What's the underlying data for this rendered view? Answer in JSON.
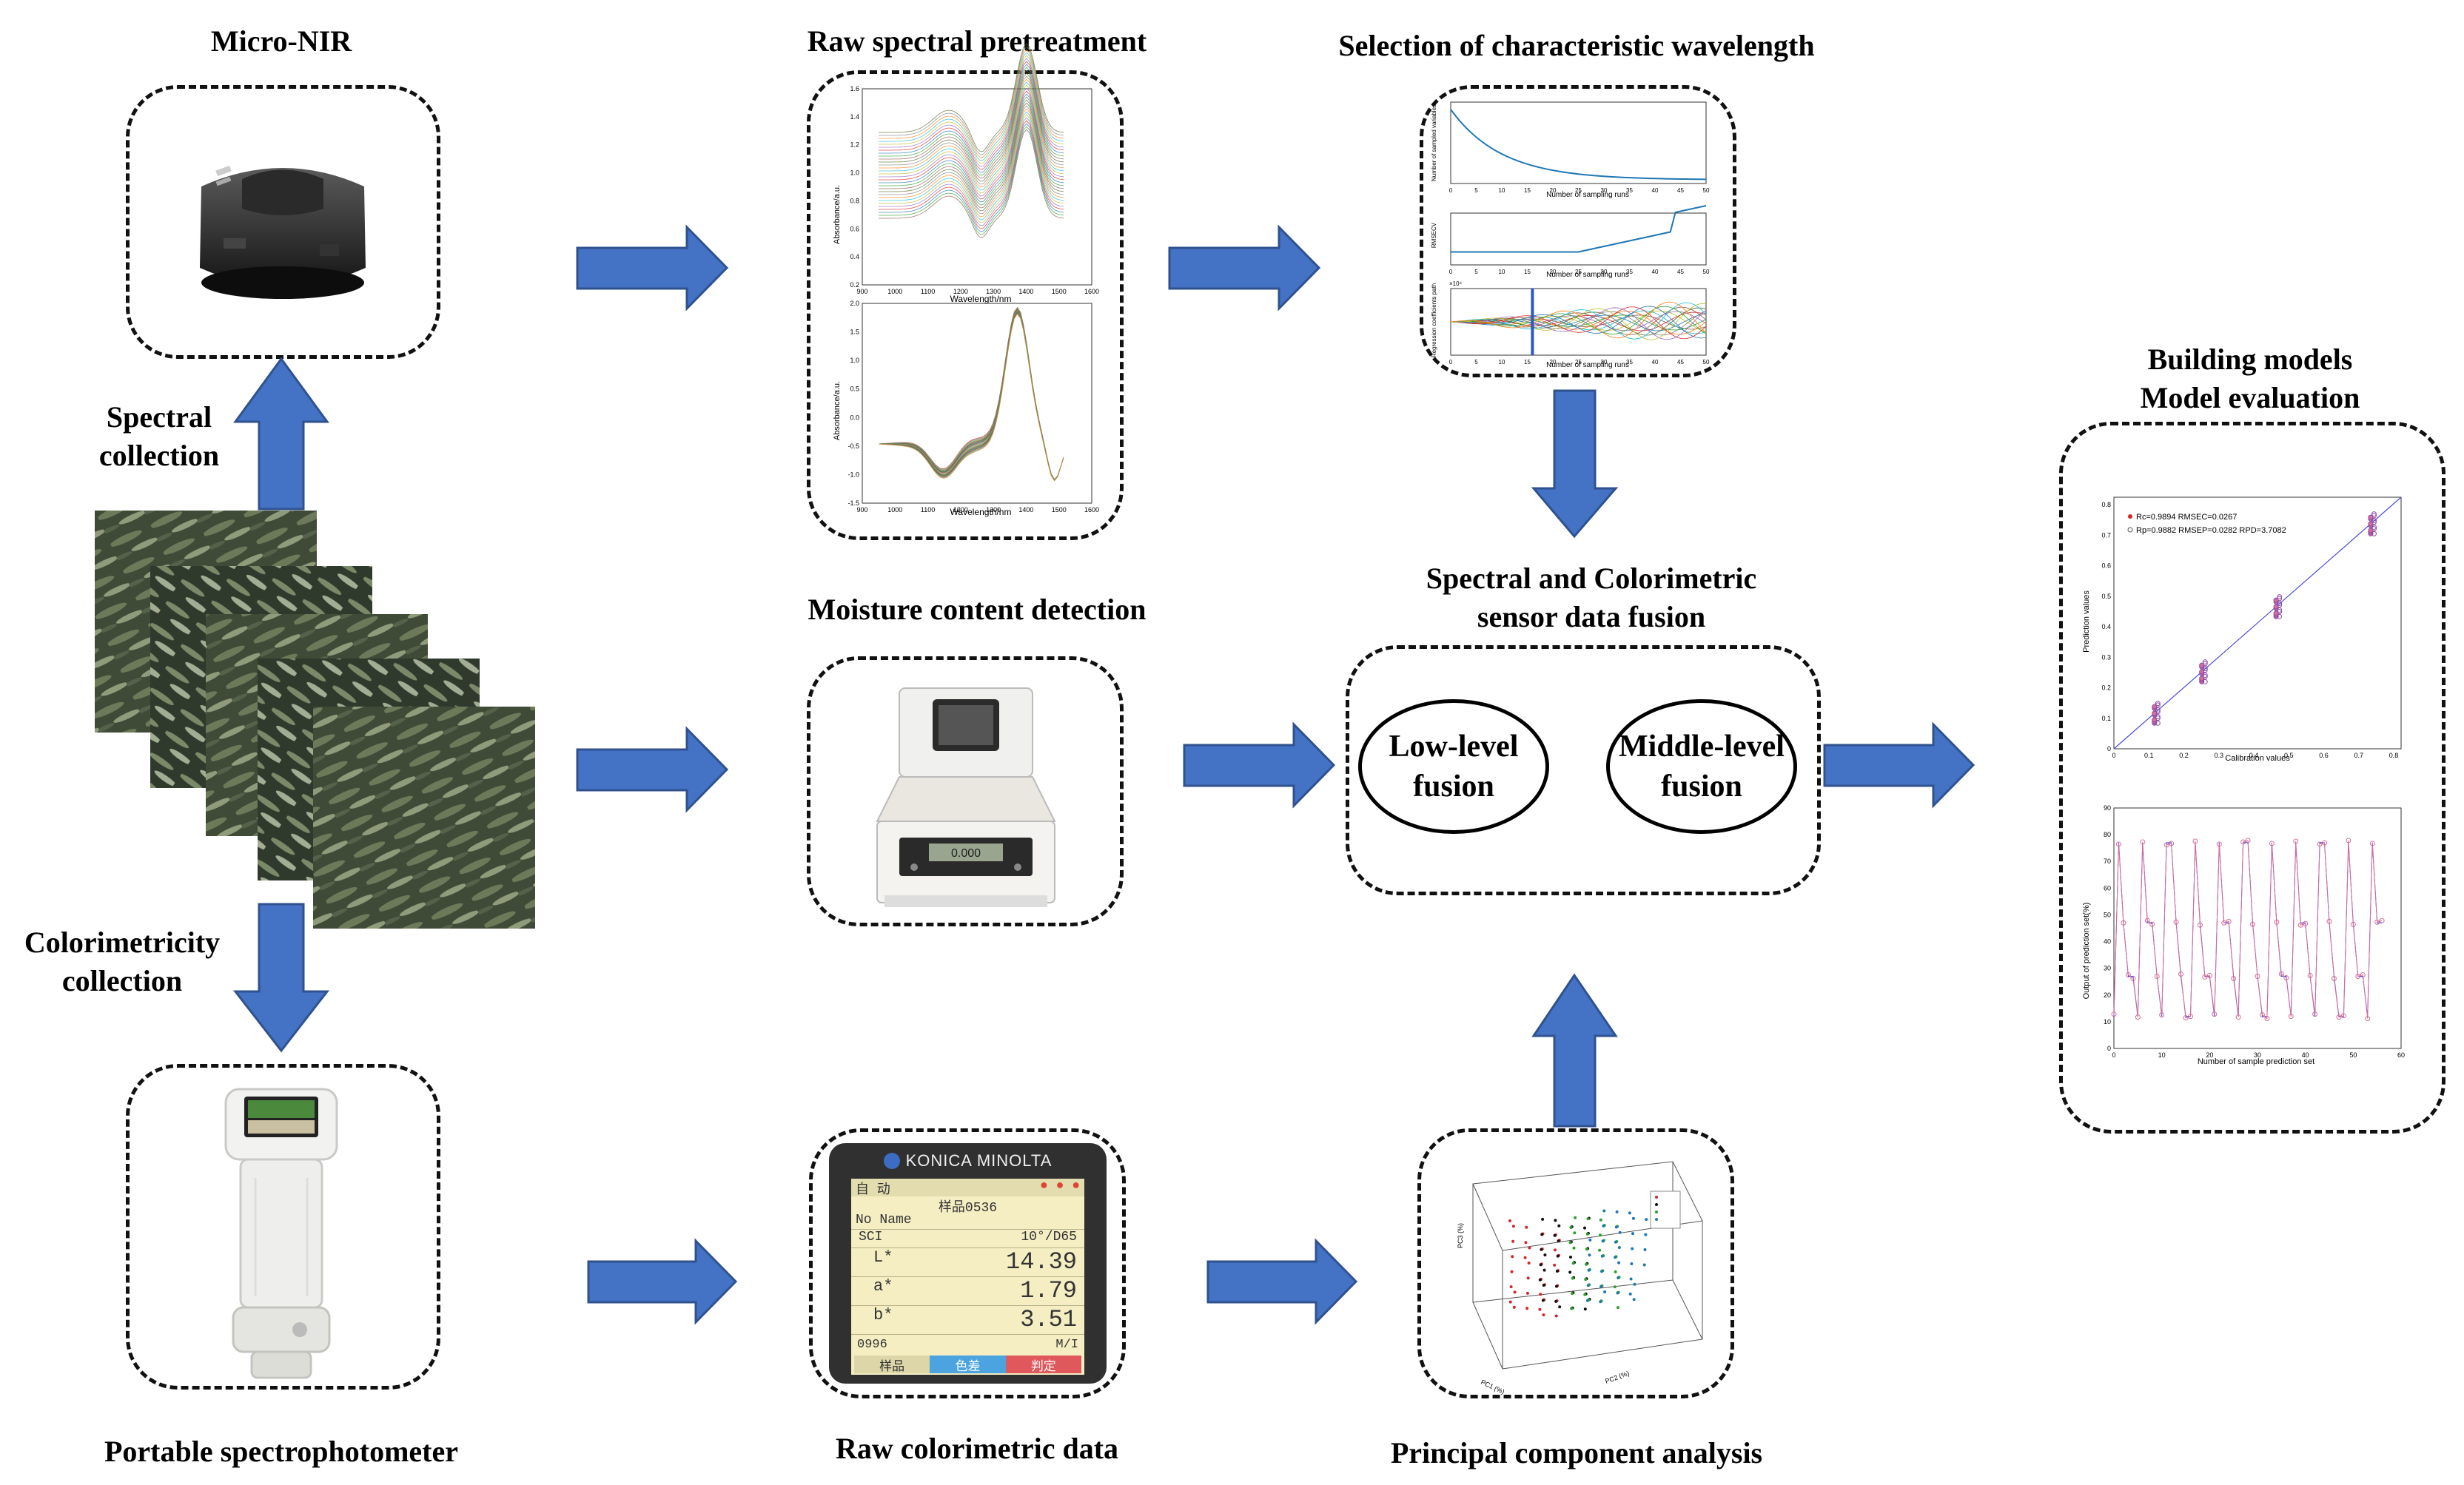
{
  "labels": {
    "micro_nir": "Micro-NIR",
    "raw_pretreatment": "Raw spectral pretreatment",
    "selection_wavelength": "Selection of characteristic wavelength",
    "building_models": "Building models",
    "model_evaluation": "Model evaluation",
    "spectral_collection_1": "Spectral",
    "spectral_collection_2": "collection",
    "moisture_detection": "Moisture content detection",
    "fusion_title_1": "Spectral and Colorimetric",
    "fusion_title_2": "sensor data fusion",
    "colorimetricity_1": "Colorimetricity",
    "colorimetricity_2": "collection",
    "portable_spectro": "Portable spectrophotometer",
    "raw_colorimetric": "Raw colorimetric data",
    "pca": "Principal component analysis"
  },
  "fusion": {
    "low_1": "Low-level",
    "low_2": "fusion",
    "mid_1": "Middle-level",
    "mid_2": "fusion"
  },
  "spectra_panel": {
    "top_ylabel": "Absorbance/a.u.",
    "top_yticks": [
      "1.6",
      "1.4",
      "1.2",
      "1.0",
      "0.8",
      "0.6",
      "0.4",
      "0.2"
    ],
    "top_xlabel": "Wavelength/nm",
    "bottom_ylabel": "Absorbance/a.u.",
    "bottom_yticks": [
      "2.0",
      "1.5",
      "1.0",
      "0.5",
      "0.0",
      "-0.5",
      "-1.0",
      "-1.5"
    ],
    "bottom_xlabel": "Wavelength/nm",
    "xticks": [
      "900",
      "1000",
      "1100",
      "1200",
      "1300",
      "1400",
      "1500",
      "1600"
    ]
  },
  "cars_panel": {
    "p1_ylabel": "Number of sampled variables",
    "p1_xlabel": "Number of sampling runs",
    "p2_ylabel": "RMSECV",
    "p2_xlabel": "Number of sampling runs",
    "p3_ylabel": "Regression coefficients path",
    "p3_xlabel": "Number of sampling runs",
    "p3_exp": "×10⁴",
    "xticks": [
      "0",
      "5",
      "10",
      "15",
      "20",
      "25",
      "30",
      "35",
      "40",
      "45",
      "50"
    ]
  },
  "eval_panel": {
    "legend_1": "Rc=0.9894 RMSEC=0.0267",
    "legend_2": "Rp=0.9882 RMSEP=0.0282 RPD=3.7082",
    "top_ylabel": "Prediction values",
    "top_xlabel": "Calibration values",
    "top_ticks": [
      "0",
      "0.1",
      "0.2",
      "0.3",
      "0.4",
      "0.5",
      "0.6",
      "0.7",
      "0.8"
    ],
    "bottom_ylabel": "Output of prediction set(%)",
    "bottom_xlabel": "Number of sample prediction set",
    "bottom_yticks": [
      "0",
      "10",
      "20",
      "30",
      "40",
      "50",
      "60",
      "70",
      "80",
      "90"
    ],
    "bottom_xticks": [
      "0",
      "10",
      "20",
      "30",
      "40",
      "50",
      "60"
    ]
  },
  "colorimeter": {
    "brand": "KONICA MINOLTA",
    "row_auto": "自 动",
    "sample_id": "样品0536",
    "no_name": "No Name",
    "sci": "SCI",
    "observer": "10°/D65",
    "l_label": "L*",
    "l_value": "14.39",
    "a_label": "a*",
    "a_value": "1.79",
    "b_label": "b*",
    "b_value": "3.51",
    "footer_id": "0996",
    "footer_mode": "M/I",
    "soft_1": "样品",
    "soft_2": "色差",
    "soft_3": "判定"
  },
  "balance": {
    "display": "0.000"
  },
  "pca_panel": {
    "axis_z": "PC3 (%)",
    "axis_x": "PC1 (%)",
    "axis_y": "PC2 (%)"
  },
  "colors": {
    "arrow_fill": "#4472c4",
    "arrow_stroke": "#2f528f",
    "line_blue": "#1f77b4",
    "fit_line": "#4b4bd6",
    "pink": "#d66d9a"
  }
}
